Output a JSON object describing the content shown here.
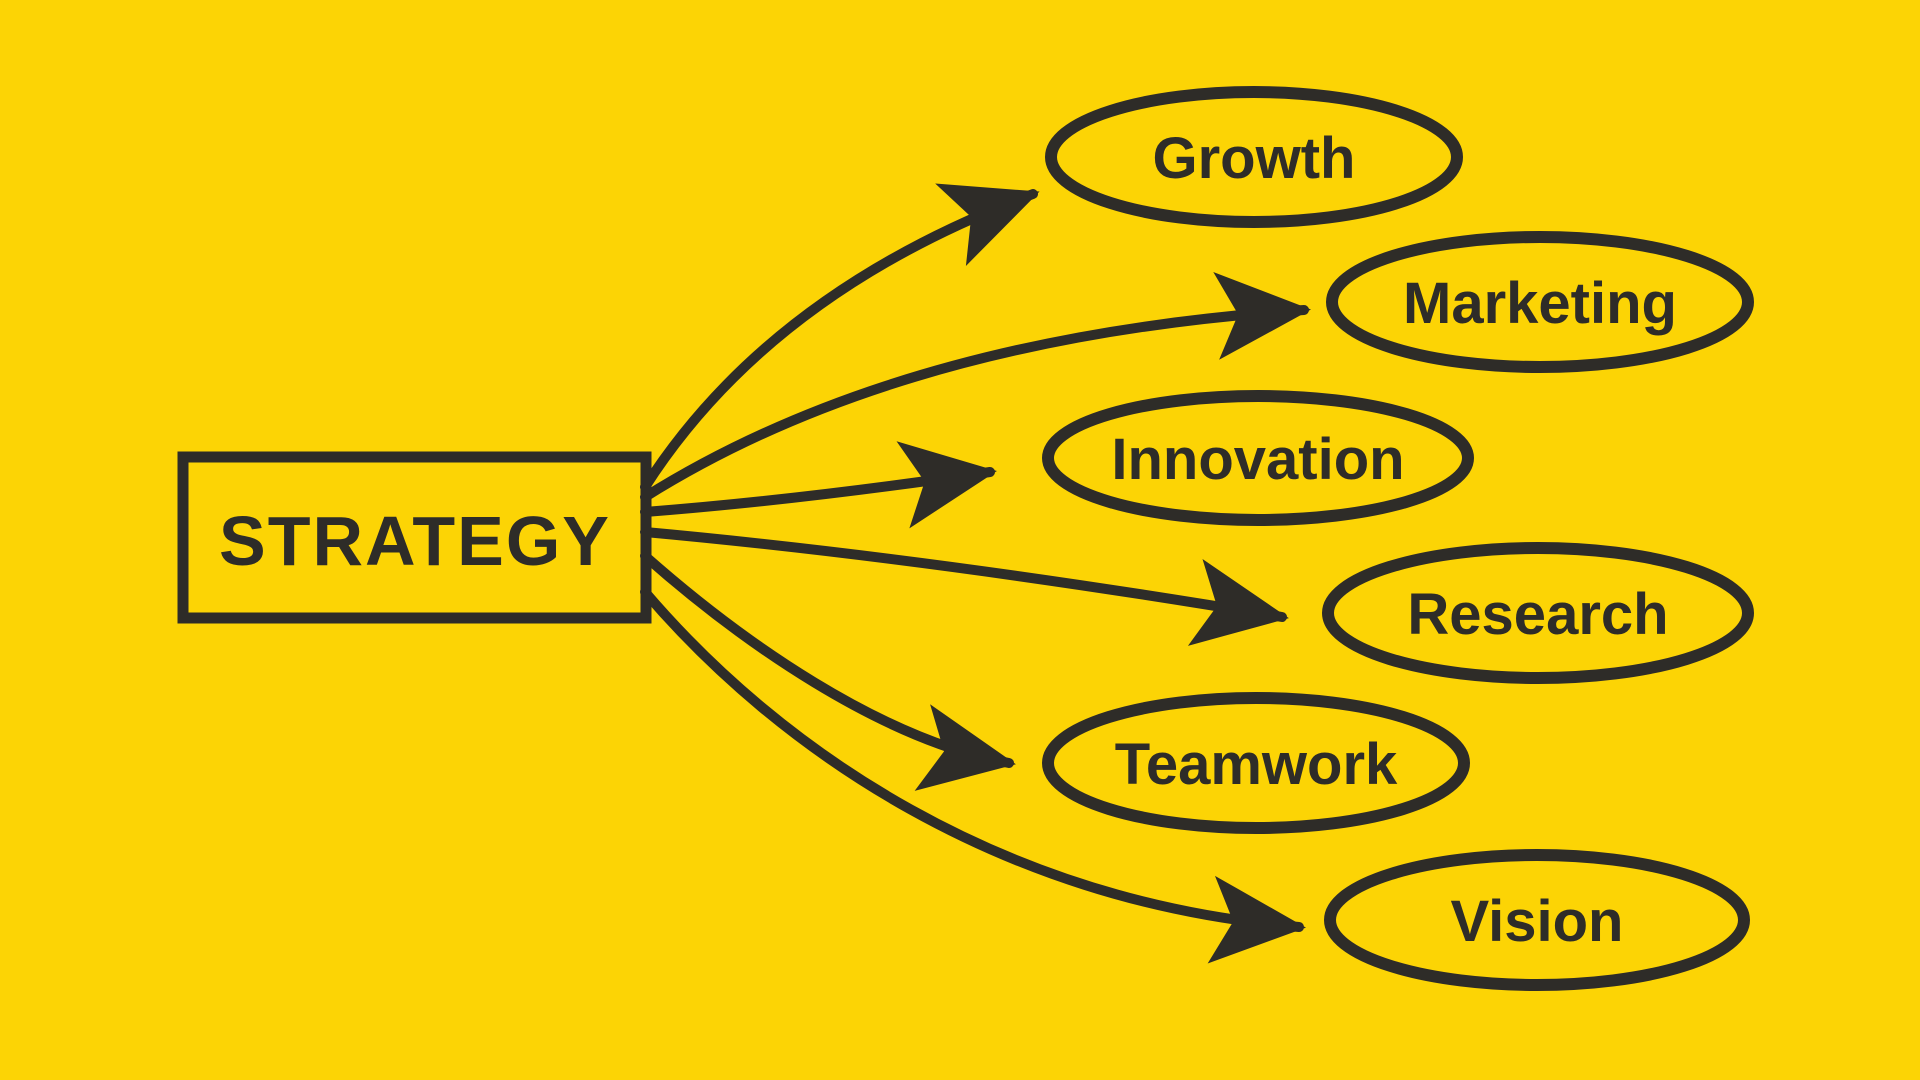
{
  "colors": {
    "background": "#FCD405",
    "ink": "#2E2C28"
  },
  "diagram": {
    "type": "mindmap-fanout",
    "root_label": "STRATEGY",
    "nodes": [
      {
        "id": "growth",
        "label": "Growth"
      },
      {
        "id": "marketing",
        "label": "Marketing"
      },
      {
        "id": "innovation",
        "label": "Innovation"
      },
      {
        "id": "research",
        "label": "Research"
      },
      {
        "id": "teamwork",
        "label": "Teamwork"
      },
      {
        "id": "vision",
        "label": "Vision"
      }
    ]
  }
}
